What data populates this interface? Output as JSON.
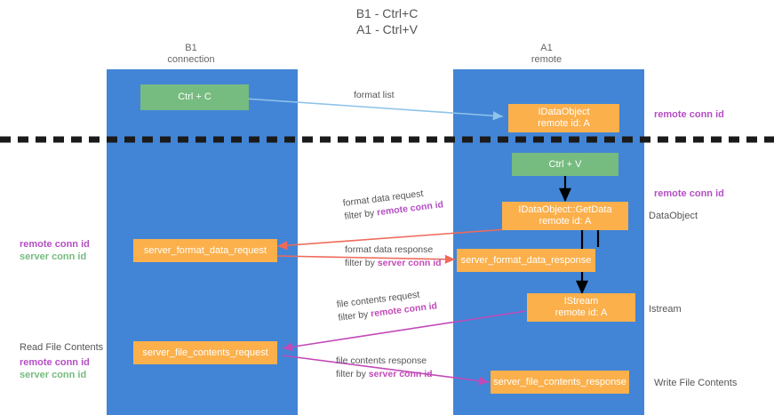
{
  "title": {
    "line1": "B1 - Ctrl+C",
    "line2": "A1 - Ctrl+V"
  },
  "columns": [
    {
      "name": "B1",
      "role": "connection"
    },
    {
      "name": "A1",
      "role": "remote"
    }
  ],
  "colors": {
    "lane": "#4285d6",
    "green_box": "#76bb7f",
    "orange_box": "#fbb04c",
    "purple_text": "#b44ec4",
    "green_text": "#76bb7f",
    "pink_text": "#c24ab8",
    "red_arrow": "#ef6a5a",
    "magenta_arrow": "#c24ab8",
    "blue_arrow": "#8ec3ea",
    "black_arrow": "#000000",
    "divider": "#1a1a1a"
  },
  "boxes": {
    "ctrl_c": {
      "label": "Ctrl + C",
      "color": "green"
    },
    "idataobject": {
      "line1": "IDataObject",
      "line2": "remote id: A",
      "color": "orange"
    },
    "ctrl_v": {
      "label": "Ctrl + V",
      "color": "green"
    },
    "getdata": {
      "line1": "IDataObject::GetData",
      "line2": "remote id: A",
      "color": "orange"
    },
    "server_format_data_request": {
      "label": "server_format_data_request",
      "color": "orange"
    },
    "server_format_data_response": {
      "label": "server_format_data_response",
      "color": "orange"
    },
    "istream": {
      "line1": "IStream",
      "line2": "remote id: A",
      "color": "orange"
    },
    "server_file_contents_request": {
      "label": "server_file_contents_request",
      "color": "orange"
    },
    "server_file_contents_response": {
      "label": "server_file_contents_response",
      "color": "orange"
    }
  },
  "annotations": {
    "format_list": "format list",
    "format_data_request": {
      "line1": "format data request",
      "line2_prefix": "filter by ",
      "line2_key": "remote conn id"
    },
    "format_data_response": {
      "line1": "format data response",
      "line2_prefix": "filter by ",
      "line2_key": "server conn id"
    },
    "file_contents_request": {
      "line1": "file contents request",
      "line2_prefix": "filter by ",
      "line2_key": "remote conn id"
    },
    "file_contents_response": {
      "line1": "file contents response",
      "line2_prefix": "filter by ",
      "line2_key": "server conn id"
    }
  },
  "side_labels": {
    "right_remote_conn_id_top": "remote conn id",
    "right_remote_conn_id_mid": "remote conn id",
    "right_dataobject": "DataObject",
    "right_istream": "Istream",
    "right_write_file_contents": "Write File Contents",
    "left_conn_ids_mid": {
      "remote": "remote conn id",
      "server": "server conn id"
    },
    "left_read_file_contents": "Read File Contents",
    "left_conn_ids_bottom": {
      "remote": "remote conn id",
      "server": "server conn id"
    }
  }
}
